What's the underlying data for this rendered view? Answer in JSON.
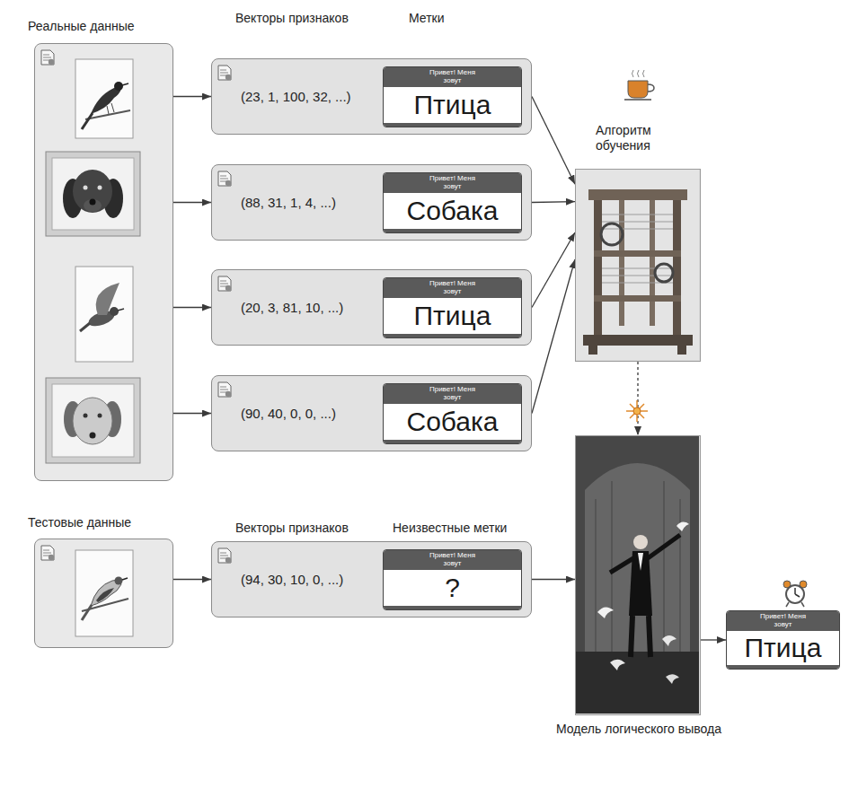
{
  "diagram": {
    "nodes": [
      {
        "text": [
          "Реальные данные"
        ]
      },
      {
        "text": [
          "(23, 1, 100, 32, ...)"
        ]
      },
      {
        "text": [
          "Привет! Меня зовут",
          "Птица"
        ],
        "in": 1
      },
      {
        "text": [
          "(88, 31, 1, 4, ...)"
        ]
      },
      {
        "text": [
          "Привет! Меня зовут",
          "Собака"
        ],
        "in": 3
      },
      {
        "text": [
          "(20, 3, 81, 10, ...)"
        ]
      },
      {
        "text": [
          "Привет! Меня зовут",
          "Птица"
        ],
        "in": 5
      },
      {
        "text": [
          "(90, 40, 0, 0, ...)"
        ]
      },
      {
        "text": [
          "Привет! Меня зовут",
          "Собака"
        ],
        "in": 7
      },
      {
        "text": [
          "Алгоритм обучения"
        ]
      },
      {
        "text": [
          "Тестовые данные"
        ]
      },
      {
        "text": [
          "(94, 30, 10, 0, ...)"
        ]
      },
      {
        "text": [
          "Привет! Меня зовут",
          "?"
        ],
        "in": 11
      },
      {
        "text": [
          "Модель логического вывода"
        ]
      },
      {
        "text": [
          "Привет! Меня зовут",
          "Птица"
        ]
      }
    ],
    "edges": [
      {
        "from": 0,
        "to": 1,
        "arrow": "to"
      },
      {
        "from": 0,
        "to": 3,
        "arrow": "to"
      },
      {
        "from": 0,
        "to": 5,
        "arrow": "to"
      },
      {
        "from": 0,
        "to": 7,
        "arrow": "to"
      },
      {
        "from": 1,
        "to": 9,
        "arrow": "to"
      },
      {
        "from": 3,
        "to": 9,
        "arrow": "to"
      },
      {
        "from": 5,
        "to": 9,
        "arrow": "to"
      },
      {
        "from": 7,
        "to": 9,
        "arrow": "to"
      },
      {
        "from": 9,
        "to": 13,
        "arrow": "to"
      },
      {
        "from": 10,
        "to": 11,
        "arrow": "to"
      },
      {
        "from": 11,
        "to": 13,
        "arrow": "to"
      },
      {
        "from": 13,
        "to": 14,
        "arrow": "to"
      }
    ],
    "labels": [
      "Векторы признаков",
      "Метки",
      "Векторы признаков",
      "Неизвестные метки"
    ]
  }
}
